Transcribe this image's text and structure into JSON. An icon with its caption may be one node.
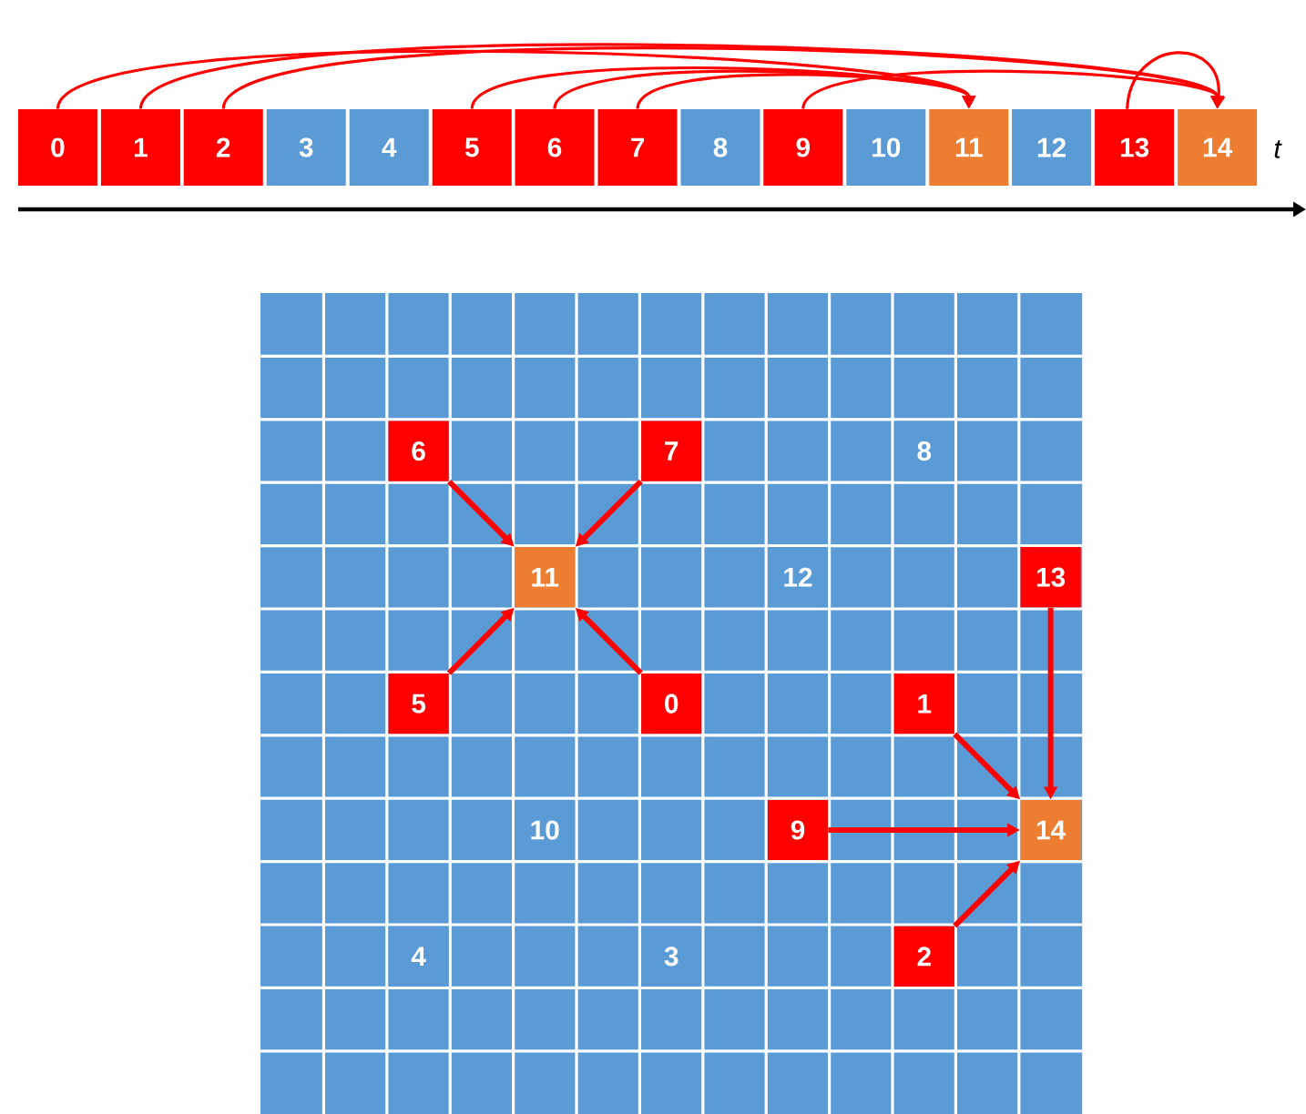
{
  "diagram": {
    "nodes": [
      {
        "text": [
          "0"
        ]
      },
      {
        "text": [
          "1"
        ]
      },
      {
        "text": [
          "2"
        ]
      },
      {
        "text": [
          "3"
        ]
      },
      {
        "text": [
          "4"
        ]
      },
      {
        "text": [
          "5"
        ]
      },
      {
        "text": [
          "6"
        ]
      },
      {
        "text": [
          "7"
        ]
      },
      {
        "text": [
          "8"
        ]
      },
      {
        "text": [
          "9"
        ]
      },
      {
        "text": [
          "10"
        ]
      },
      {
        "text": [
          "11"
        ]
      },
      {
        "text": [
          "12"
        ]
      },
      {
        "text": [
          "13"
        ]
      },
      {
        "text": [
          "14"
        ]
      },
      {
        "text": [
          "6"
        ]
      },
      {
        "text": [
          "7"
        ]
      },
      {
        "text": [
          "8"
        ]
      },
      {
        "text": [
          "11"
        ]
      },
      {
        "text": [
          "12"
        ]
      },
      {
        "text": [
          "13"
        ]
      },
      {
        "text": [
          "5"
        ]
      },
      {
        "text": [
          "0"
        ]
      },
      {
        "text": [
          "1"
        ]
      },
      {
        "text": [
          "10"
        ]
      },
      {
        "text": [
          "9"
        ]
      },
      {
        "text": [
          "14"
        ]
      },
      {
        "text": [
          "4"
        ]
      },
      {
        "text": [
          "3"
        ]
      },
      {
        "text": [
          "2"
        ]
      }
    ],
    "edges": [
      {
        "from": 0,
        "to": 11,
        "arrow": "to"
      },
      {
        "from": 1,
        "to": 14,
        "arrow": "to"
      },
      {
        "from": 2,
        "to": 14,
        "arrow": "to"
      },
      {
        "from": 5,
        "to": 11,
        "arrow": "to"
      },
      {
        "from": 6,
        "to": 11,
        "arrow": "to"
      },
      {
        "from": 7,
        "to": 11,
        "arrow": "to"
      },
      {
        "from": 9,
        "to": 14,
        "arrow": "to"
      },
      {
        "from": 13,
        "to": 14,
        "arrow": "to"
      },
      {
        "from": 15,
        "to": 18,
        "arrow": "to"
      },
      {
        "from": 16,
        "to": 18,
        "arrow": "to"
      },
      {
        "from": 21,
        "to": 18,
        "arrow": "to"
      },
      {
        "from": 22,
        "to": 18,
        "arrow": "to"
      },
      {
        "from": 20,
        "to": 26,
        "arrow": "to"
      },
      {
        "from": 23,
        "to": 26,
        "arrow": "to"
      },
      {
        "from": 25,
        "to": 26,
        "arrow": "to"
      },
      {
        "from": 29,
        "to": 26,
        "arrow": "to"
      }
    ],
    "labels": [
      "t"
    ]
  }
}
